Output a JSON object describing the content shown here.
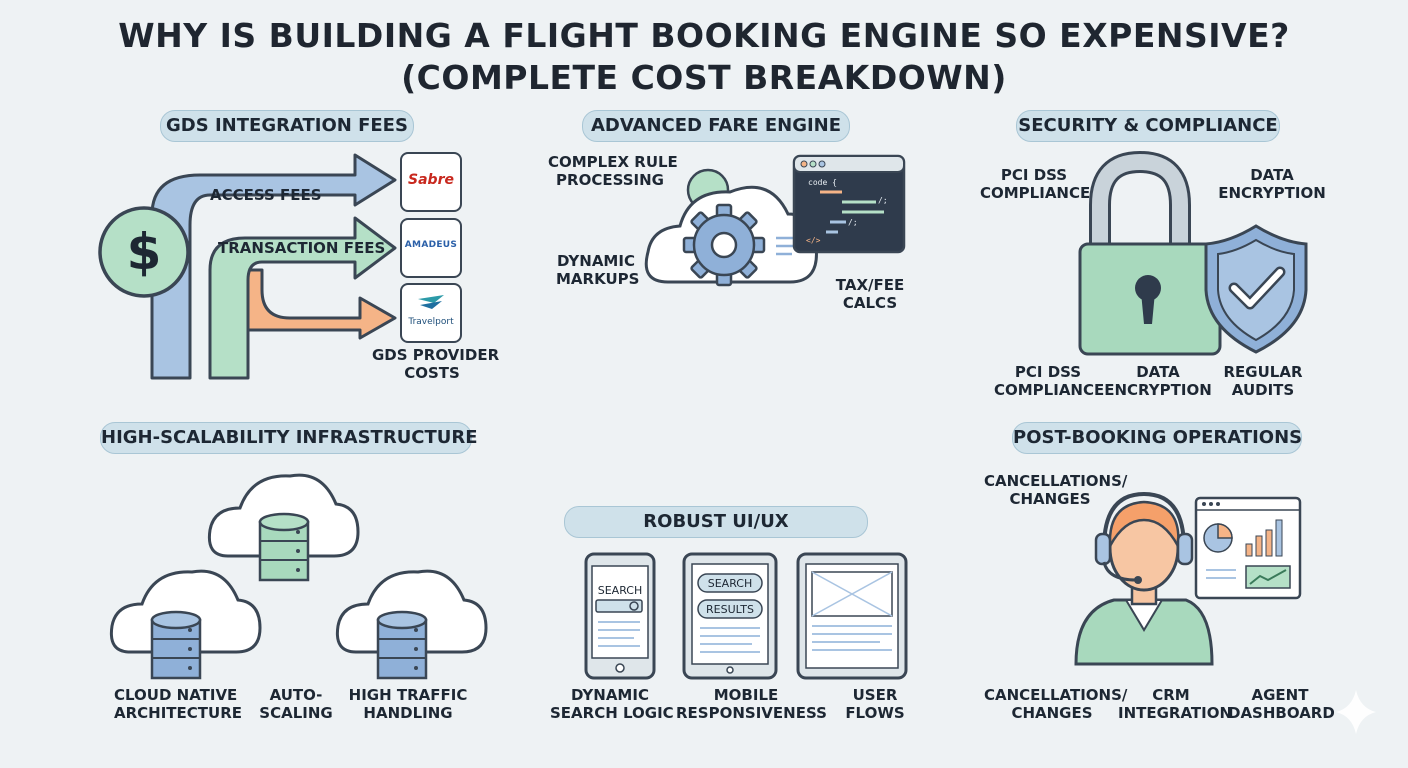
{
  "title": {
    "line1": "WHY IS BUILDING A FLIGHT BOOKING ENGINE SO EXPENSIVE?",
    "line2": "(COMPLETE COST BREAKDOWN)"
  },
  "gds": {
    "heading": "GDS INTEGRATION FEES",
    "access_fees": "ACCESS FEES",
    "transaction_fees": "TRANSACTION FEES",
    "provider_costs_1": "GDS PROVIDER",
    "provider_costs_2": "COSTS",
    "logo_sabre": "Sabre",
    "logo_amadeus": "AMADEUS",
    "logo_travelport": "Travelport",
    "dollar": "$"
  },
  "fare": {
    "heading": "ADVANCED FARE ENGINE",
    "complex_1": "COMPLEX RULE",
    "complex_2": "PROCESSING",
    "dynamic_1": "DYNAMIC",
    "dynamic_2": "MARKUPS",
    "tax_1": "TAX/FEE",
    "tax_2": "CALCS",
    "code_1": "code {",
    "code_2": "/;",
    "code_3": "/;",
    "code_4": "</>"
  },
  "security": {
    "heading": "SECURITY & COMPLIANCE",
    "top_pci_1": "PCI DSS",
    "top_pci_2": "COMPLIANCE",
    "top_enc_1": "DATA",
    "top_enc_2": "ENCRYPTION",
    "bot_pci_1": "PCI DSS",
    "bot_pci_2": "COMPLIANCE",
    "bot_enc_1": "DATA",
    "bot_enc_2": "ENCRYPTION",
    "bot_aud_1": "REGULAR",
    "bot_aud_2": "AUDITS"
  },
  "infra": {
    "heading": "HIGH-SCALABILITY INFRASTRUCTURE",
    "cloud_1": "CLOUD NATIVE",
    "cloud_2": "ARCHITECTURE",
    "auto_1": "AUTO-",
    "auto_2": "SCALING",
    "traffic_1": "HIGH TRAFFIC",
    "traffic_2": "HANDLING"
  },
  "ui": {
    "heading": "ROBUST UI/UX",
    "phone_search": "SEARCH",
    "tablet_search": "SEARCH",
    "tablet_results": "RESULTS",
    "dyn_1": "DYNAMIC",
    "dyn_2": "SEARCH LOGIC",
    "mob_1": "MOBILE",
    "mob_2": "RESPONSIVENESS",
    "flows_1": "USER",
    "flows_2": "FLOWS"
  },
  "post": {
    "heading": "POST-BOOKING OPERATIONS",
    "top_cancel_1": "CANCELLATIONS/",
    "top_cancel_2": "CHANGES",
    "bot_cancel_1": "CANCELLATIONS/",
    "bot_cancel_2": "CHANGES",
    "crm_1": "CRM",
    "crm_2": "INTEGRATION",
    "agent_1": "AGENT",
    "agent_2": "DASHBOARD"
  },
  "colors": {
    "background": "#eef2f4",
    "pill": "#cfe1ea",
    "blue": "#a9c4e2",
    "green": "#b5e0c7",
    "orange": "#f5b487",
    "outline": "#3a4654"
  }
}
